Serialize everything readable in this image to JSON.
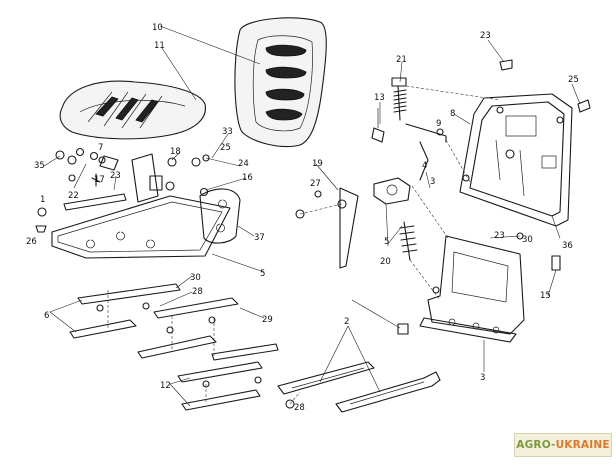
{
  "callouts": {
    "c10": "10",
    "c11": "11",
    "c23top": "23",
    "c21": "21",
    "c25r": "25",
    "c13": "13",
    "c9": "9",
    "c8": "8",
    "c4": "4",
    "c35": "35",
    "c7": "7",
    "c22": "22",
    "c33": "33",
    "c25m": "25",
    "c18": "18",
    "c24": "24",
    "c17a": "17",
    "c19": "19",
    "c1": "1",
    "c23mid": "23",
    "c26": "26",
    "c16": "16",
    "c27": "27",
    "c3r": "3",
    "c37": "37",
    "c5a": "5",
    "c20": "20",
    "c5b": "5",
    "c23r": "23",
    "c30r": "30",
    "c15": "15",
    "c30": "30",
    "c28": "28",
    "c6": "6",
    "c29": "29",
    "c36": "36",
    "c2": "2",
    "c12": "12",
    "c3": "3",
    "c28b": "28"
  },
  "watermark": {
    "part_a": "AGRO-",
    "part_b": "UKRAINE"
  }
}
